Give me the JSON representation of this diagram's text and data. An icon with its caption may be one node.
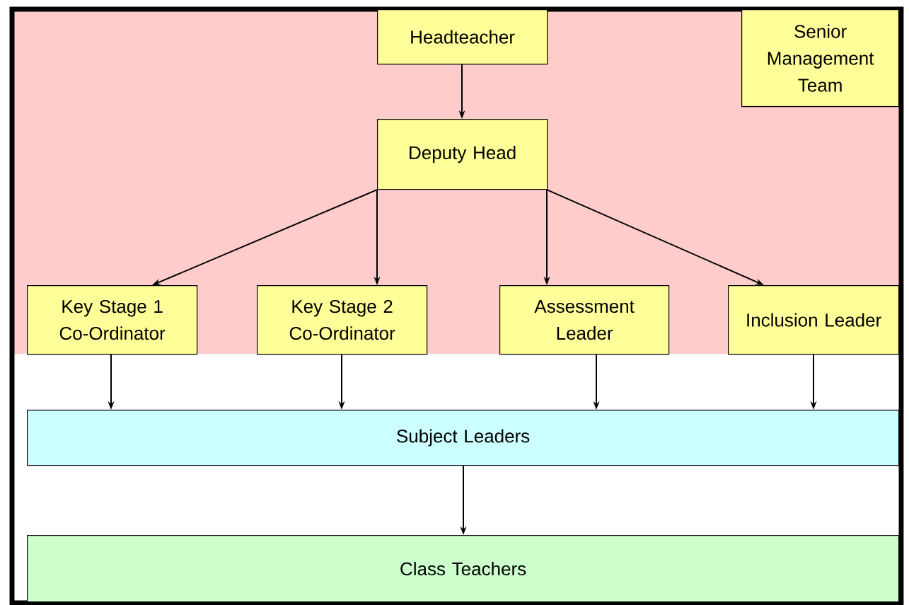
{
  "diagram": {
    "nodes": [
      {
        "text": [
          "Headteacher"
        ]
      },
      {
        "text": [
          "Senior Management Team"
        ]
      },
      {
        "text": [
          "Deputy Head"
        ]
      },
      {
        "text": [
          "Key Stage 1 Co-Ordinator"
        ]
      },
      {
        "text": [
          "Key Stage 2 Co-Ordinator"
        ]
      },
      {
        "text": [
          "Assessment Leader"
        ]
      },
      {
        "text": [
          "Inclusion Leader"
        ]
      },
      {
        "text": [
          "Subject Leaders"
        ]
      },
      {
        "text": [
          "Class Teachers"
        ]
      }
    ],
    "edges": [
      {
        "from": 0,
        "to": 2,
        "arrow": "to"
      },
      {
        "from": 2,
        "to": 3,
        "arrow": "to"
      },
      {
        "from": 2,
        "to": 4,
        "arrow": "to"
      },
      {
        "from": 2,
        "to": 5,
        "arrow": "to"
      },
      {
        "from": 2,
        "to": 6,
        "arrow": "to"
      },
      {
        "from": 3,
        "to": 7,
        "arrow": "to"
      },
      {
        "from": 4,
        "to": 7,
        "arrow": "to"
      },
      {
        "from": 5,
        "to": 7,
        "arrow": "to"
      },
      {
        "from": 6,
        "to": 7,
        "arrow": "to"
      },
      {
        "from": 7,
        "to": 8,
        "arrow": "to"
      }
    ]
  }
}
